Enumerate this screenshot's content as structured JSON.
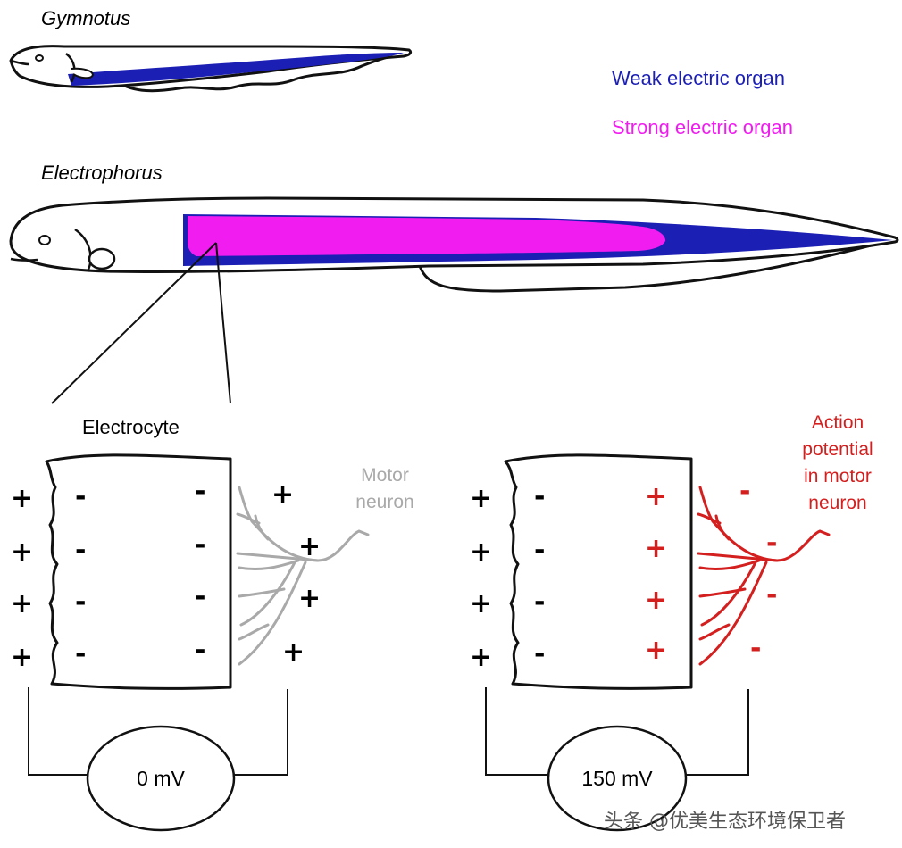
{
  "fish": {
    "gymnotus_label": "Gymnotus",
    "electrophorus_label": "Electrophorus"
  },
  "legend": {
    "weak_label": "Weak electric organ",
    "strong_label": "Strong electric organ",
    "weak_color": "#1c1fb4",
    "strong_color": "#f01cf0"
  },
  "electrocyte": {
    "title": "Electrocyte"
  },
  "resting": {
    "neuron_label_line1": "Motor",
    "neuron_label_line2": "neuron",
    "neuron_color": "#a9a9a9",
    "outer_left_sign": "+",
    "inner_sign": "-",
    "right_side_sign": "+",
    "meter_value": "0 mV"
  },
  "active": {
    "note_line1": "Action",
    "note_line2": "potential",
    "note_line3": "in motor",
    "note_line4": "neuron",
    "active_color": "#d41f1f",
    "outer_left_sign": "+",
    "inner_left_sign": "-",
    "inner_right_sign": "+",
    "right_side_sign": "-",
    "meter_value": "150 mV"
  },
  "watermark": "头条 @优美生态环境保卫者"
}
